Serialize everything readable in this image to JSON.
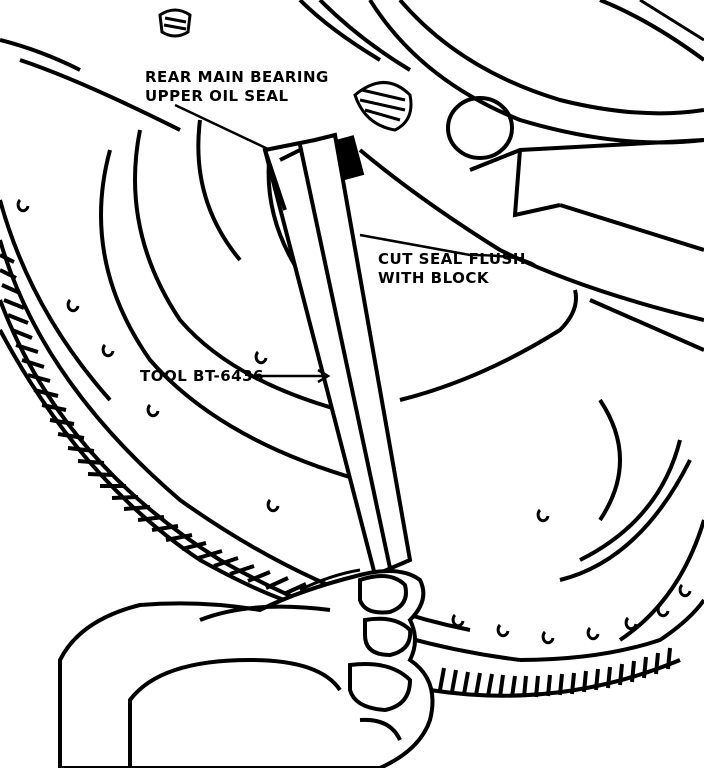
{
  "labels": {
    "rear_main_bearing_line1": "REAR MAIN BEARING",
    "rear_main_bearing_line2": "UPPER OIL SEAL",
    "cut_seal_line1": "CUT SEAL FLUSH",
    "cut_seal_line2": "WITH BLOCK",
    "tool": "TOOL BT-6436"
  },
  "colors": {
    "line": "#000000",
    "background": "#ffffff"
  }
}
